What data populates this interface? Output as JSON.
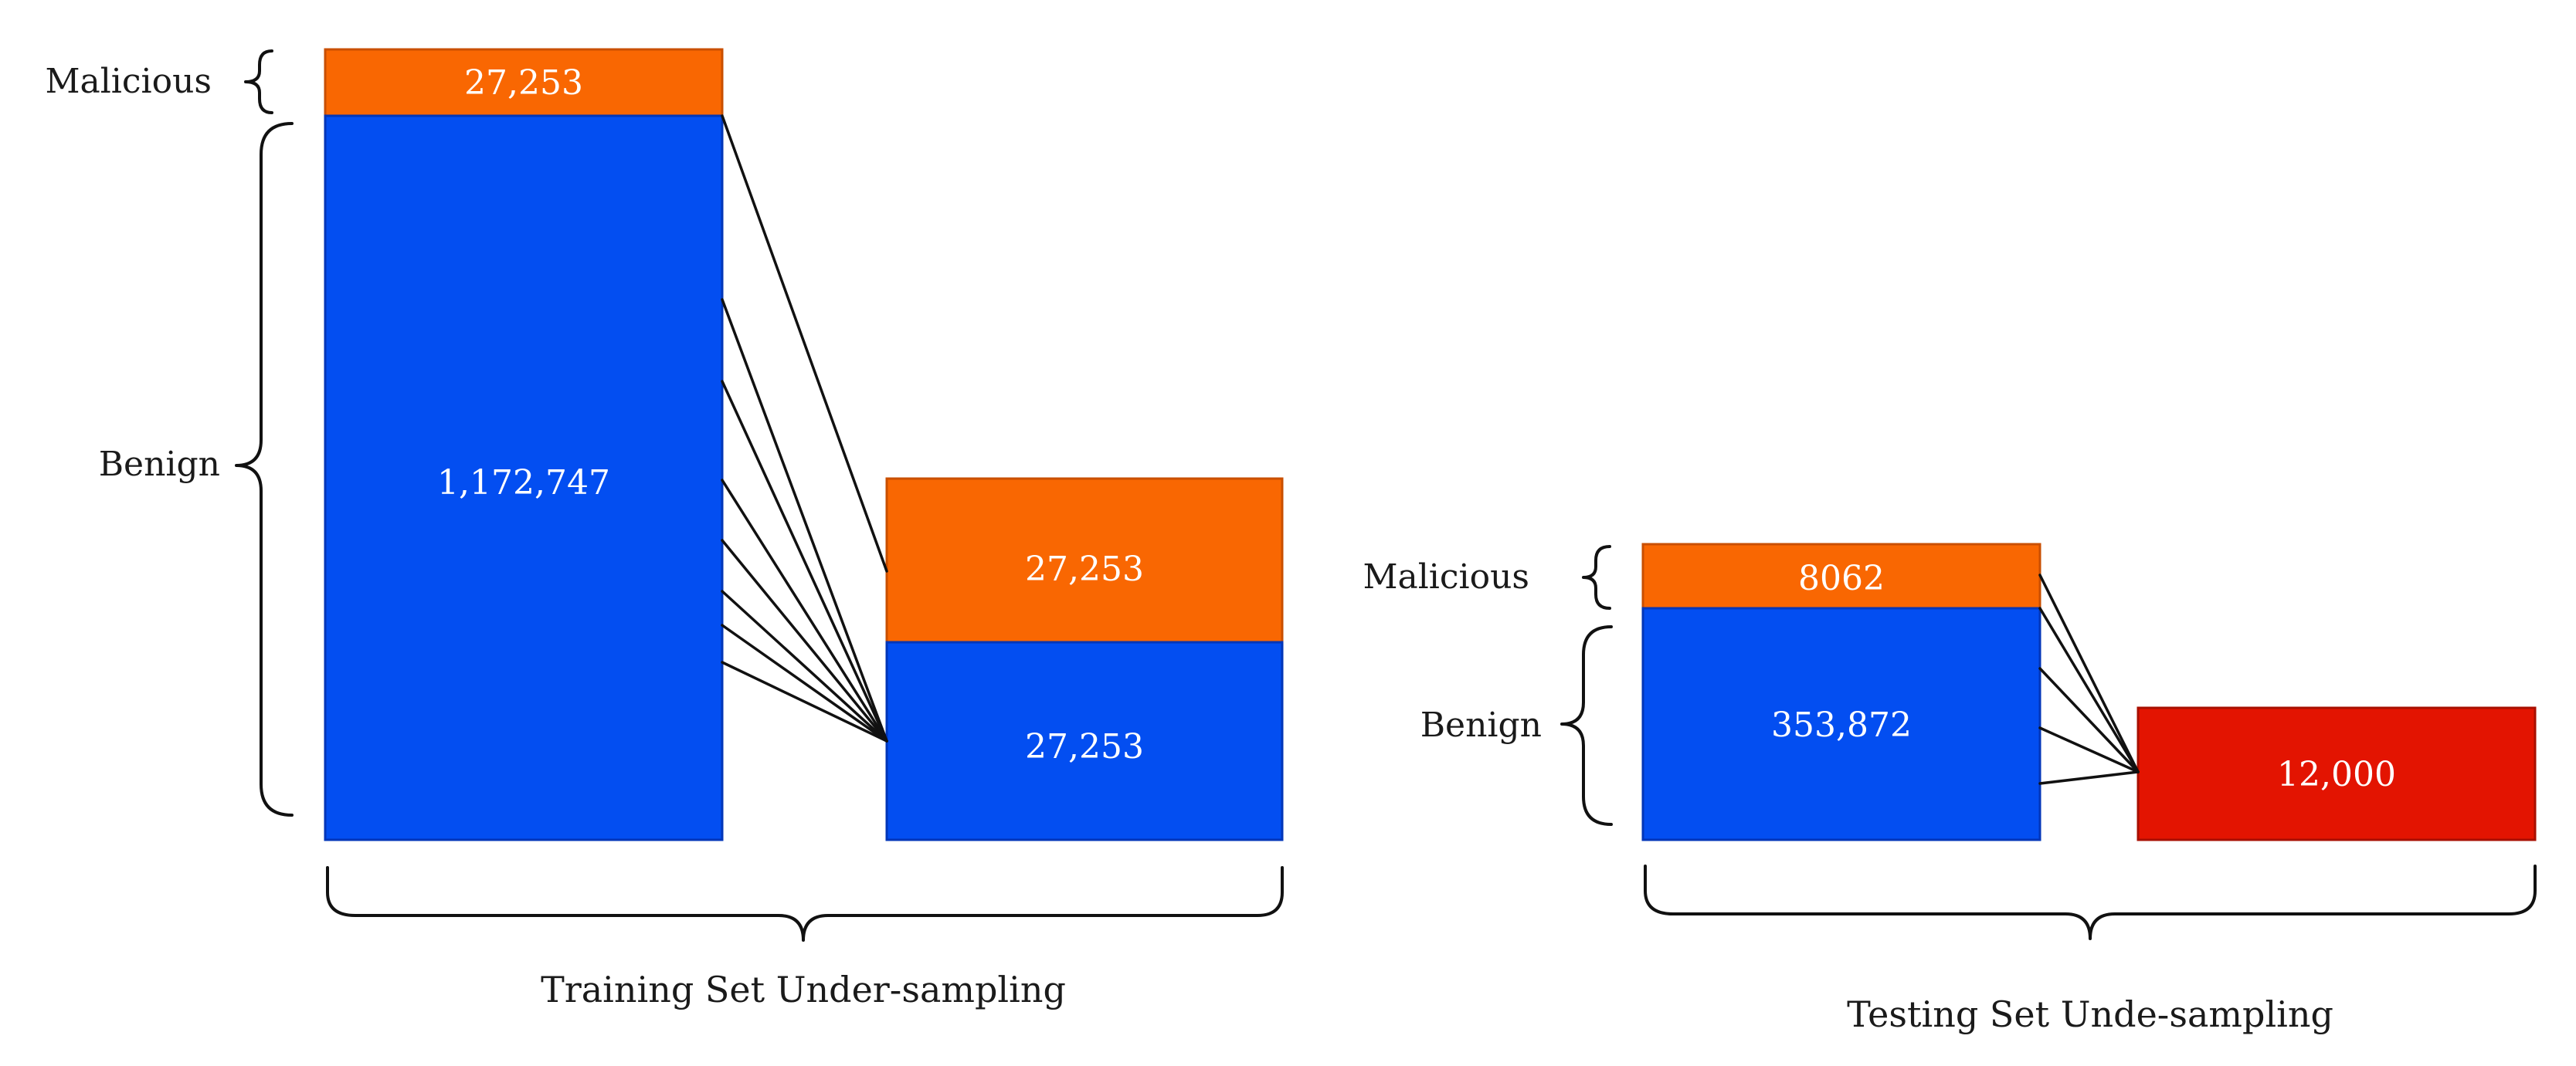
{
  "colors": {
    "malicious": "#f96702",
    "benign": "#034ef1",
    "sampled": "#e31401",
    "malicious_border": "#c94f00",
    "benign_border": "#0236b8",
    "sampled_border": "#a80f00"
  },
  "training": {
    "caption": "Training Set Under-sampling",
    "original": {
      "malicious_label": "Malicious",
      "benign_label": "Benign",
      "malicious_value": "27,253",
      "benign_value": "1,172,747"
    },
    "sampled": {
      "malicious_value": "27,253",
      "benign_value": "27,253"
    }
  },
  "testing": {
    "caption": "Testing Set Unde-sampling",
    "original": {
      "malicious_label": "Malicious",
      "benign_label": "Benign",
      "malicious_value": "8062",
      "benign_value": "353,872"
    },
    "sampled": {
      "value": "12,000"
    }
  }
}
